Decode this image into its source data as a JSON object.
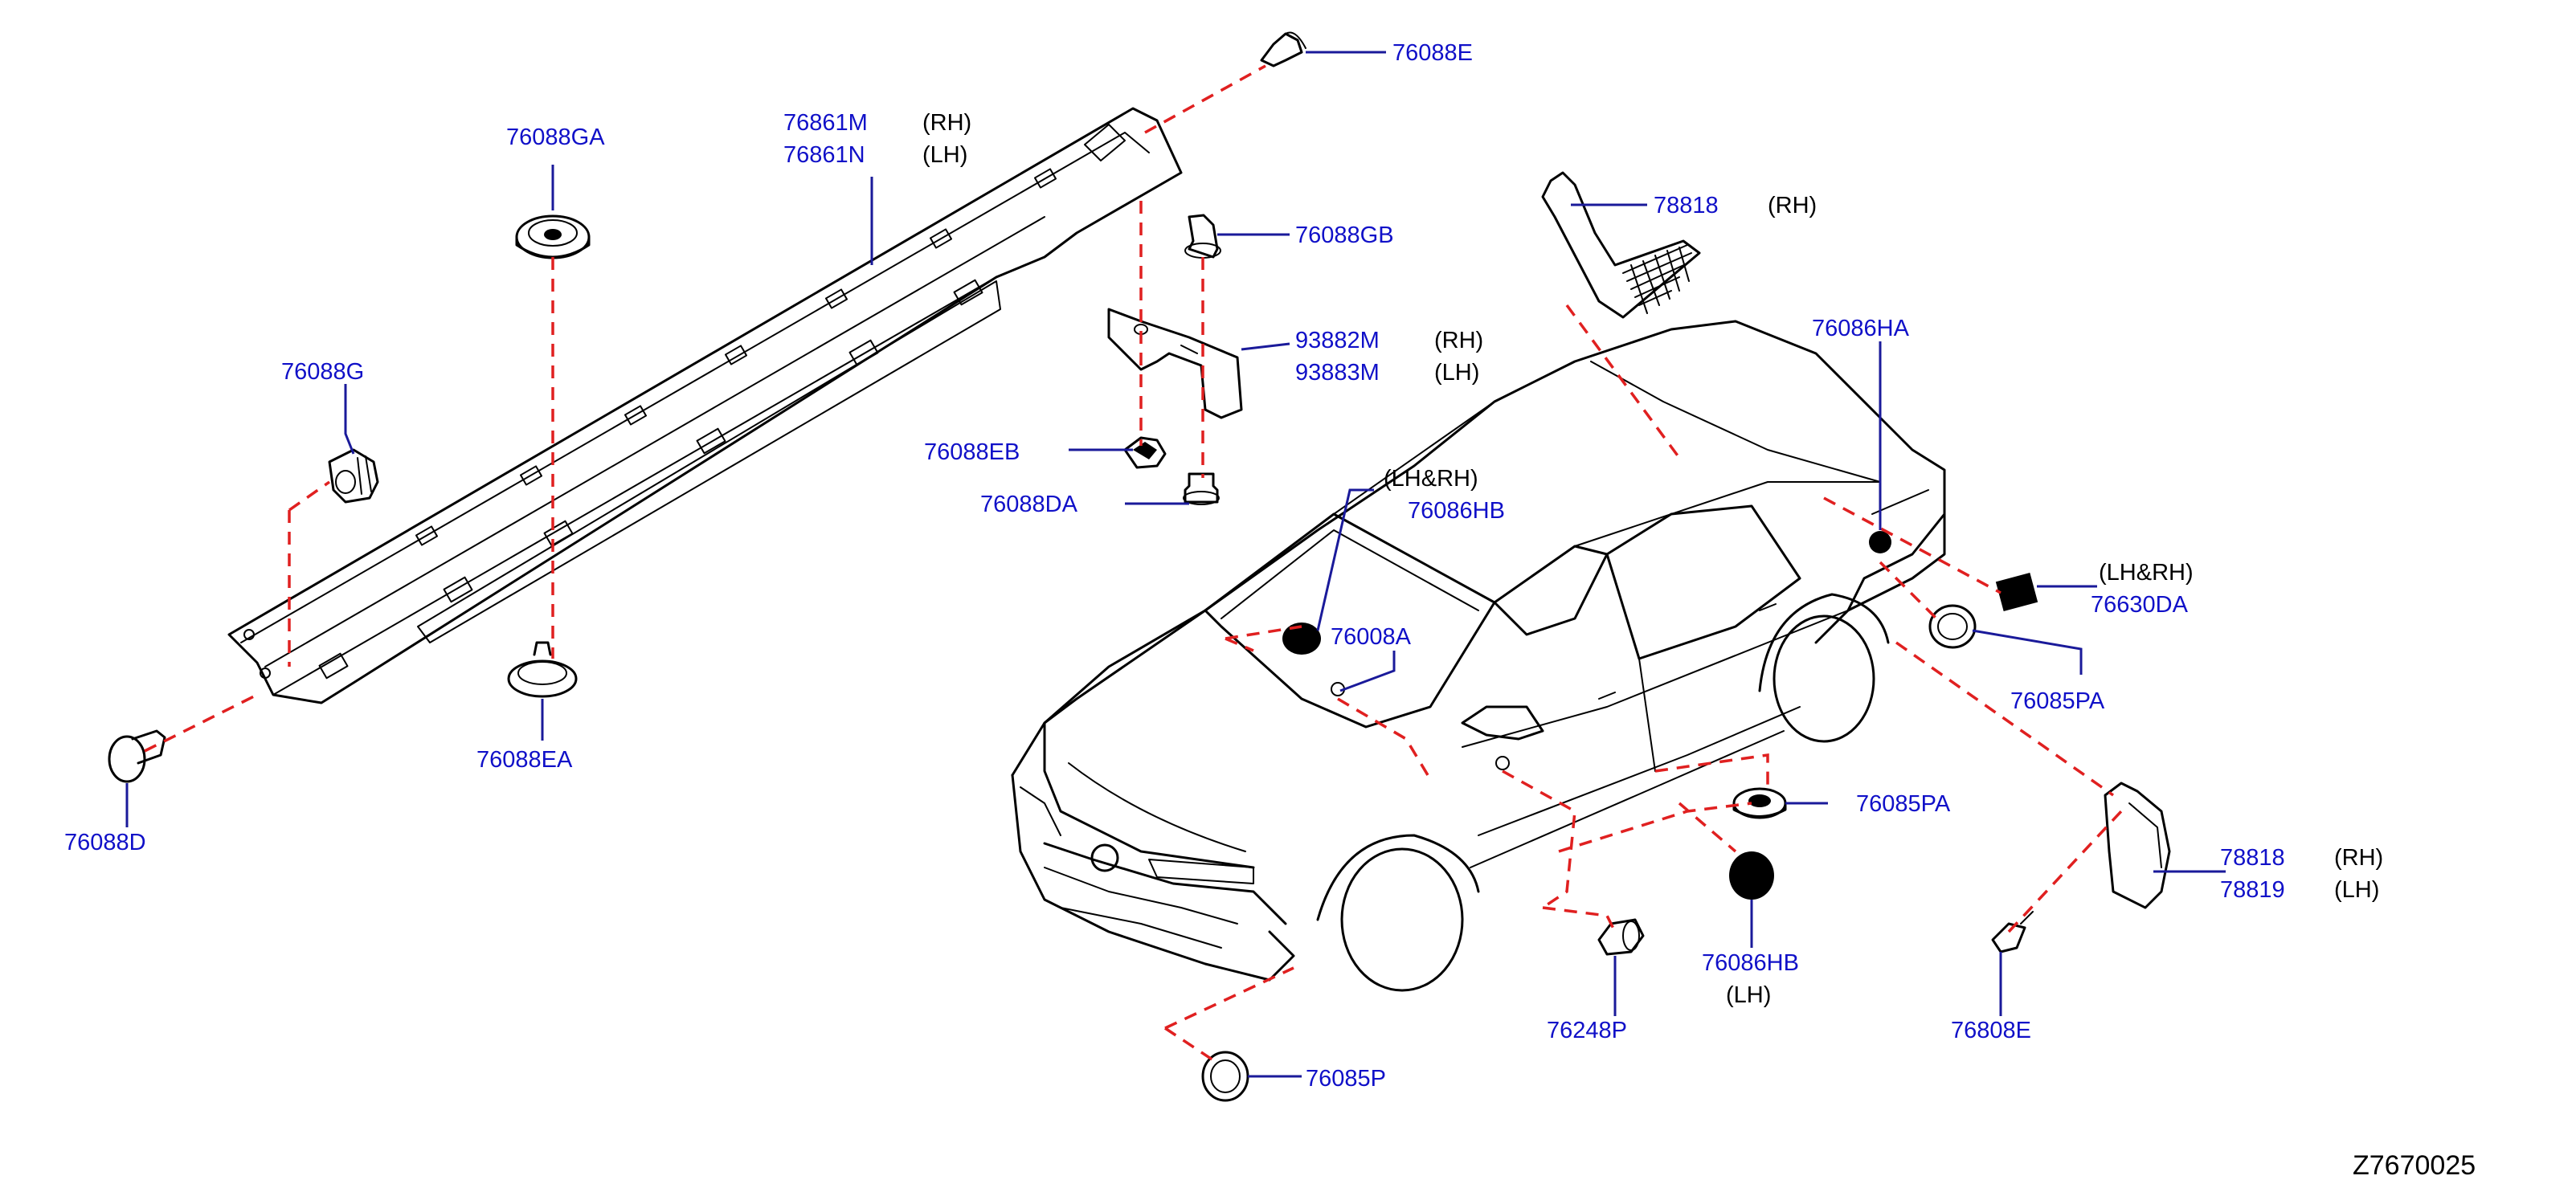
{
  "colors": {
    "part_number": "#1010c8",
    "note": "#000000",
    "line": "#000000",
    "dashed_leader": "#e02020",
    "leader": "#1a1a9a"
  },
  "diagram_id": "Z7670025",
  "labels": {
    "p76088E_top": {
      "number": "76088E",
      "note": ""
    },
    "p76861M": {
      "number": "76861M",
      "note": "(RH)"
    },
    "p76861N": {
      "number": "76861N",
      "note": "(LH)"
    },
    "p76088GA": {
      "number": "76088GA",
      "note": ""
    },
    "p76088GB": {
      "number": "76088GB",
      "note": ""
    },
    "p93882M": {
      "number": "93882M",
      "note": "(RH)"
    },
    "p93883M": {
      "number": "93883M",
      "note": "(LH)"
    },
    "p76088G": {
      "number": "76088G",
      "note": ""
    },
    "p76088EB": {
      "number": "76088EB",
      "note": ""
    },
    "p76088DA": {
      "number": "76088DA",
      "note": ""
    },
    "p76088EA": {
      "number": "76088EA",
      "note": ""
    },
    "p76088D": {
      "number": "76088D",
      "note": ""
    },
    "p78818_top": {
      "number": "78818",
      "note": "(RH)"
    },
    "p76086HA": {
      "number": "76086HA",
      "note": ""
    },
    "p76086HB_top": {
      "number": "76086HB",
      "note": "(LH&RH)"
    },
    "p76008A": {
      "number": "76008A",
      "note": ""
    },
    "p76630DA": {
      "number": "76630DA",
      "note": "(LH&RH)"
    },
    "p76085PA_right": {
      "number": "76085PA",
      "note": ""
    },
    "p76085PA_mid": {
      "number": "76085PA",
      "note": ""
    },
    "p78818_bottom": {
      "number": "78818",
      "note": "(RH)"
    },
    "p78819": {
      "number": "78819",
      "note": "(LH)"
    },
    "p76086HB_bottom": {
      "number": "76086HB",
      "note": "(LH)"
    },
    "p76248P": {
      "number": "76248P",
      "note": ""
    },
    "p76808E": {
      "number": "76808E",
      "note": ""
    },
    "p76085P": {
      "number": "76085P",
      "note": ""
    }
  }
}
